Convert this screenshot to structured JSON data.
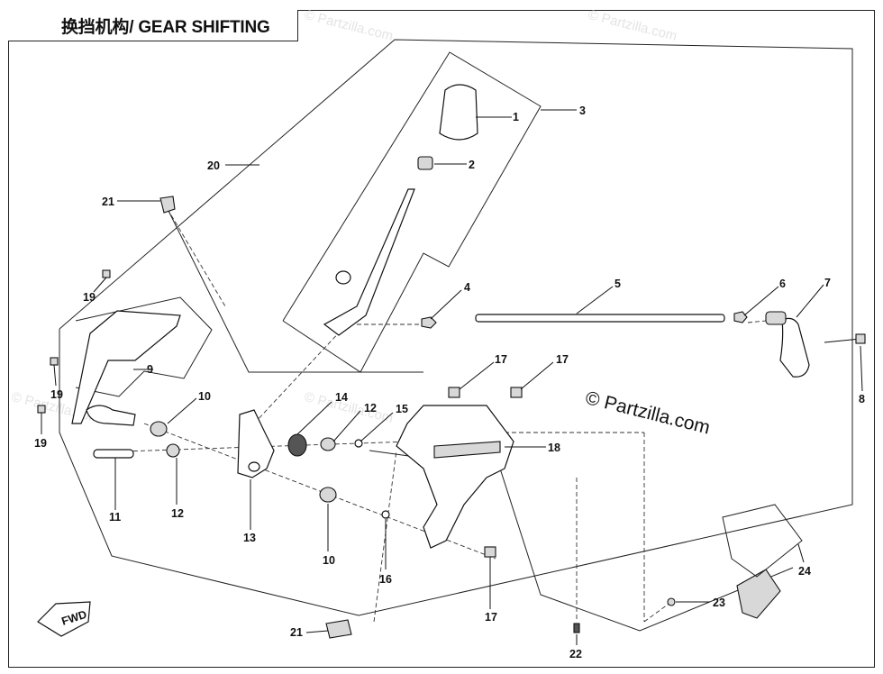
{
  "title": "换挡机构/ GEAR SHIFTING",
  "copyright": "© Partzilla.com",
  "watermark": "© Partzilla.com",
  "fwd_label": "FWD",
  "callouts": [
    "1",
    "2",
    "3",
    "4",
    "5",
    "6",
    "7",
    "8",
    "9",
    "10",
    "10",
    "11",
    "12",
    "12",
    "13",
    "14",
    "15",
    "16",
    "17",
    "17",
    "17",
    "18",
    "19",
    "19",
    "19",
    "20",
    "21",
    "21",
    "22",
    "23",
    "24"
  ]
}
